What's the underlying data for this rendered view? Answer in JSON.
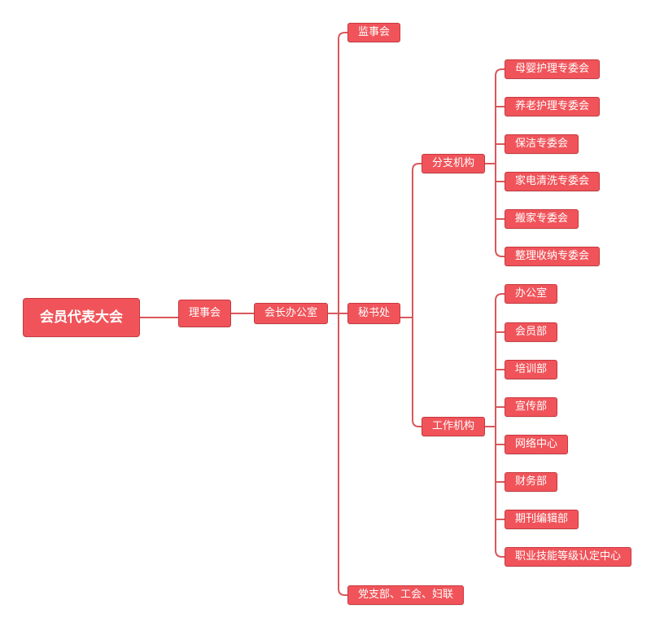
{
  "colors": {
    "node_fill": "#f0545a",
    "node_border": "#c8383e",
    "line": "#d9585c",
    "text": "#ffffff"
  },
  "nodes": {
    "root": "会员代表大会",
    "council": "理事会",
    "president_office": "会长办公室",
    "supervisors": "监事会",
    "secretariat": "秘书处",
    "party": "党支部、工会、妇联",
    "branch": "分支机构",
    "work": "工作机构",
    "branch_items": [
      "母婴护理专委会",
      "养老护理专委会",
      "保洁专委会",
      "家电清洗专委会",
      "搬家专委会",
      "整理收纳专委会"
    ],
    "work_items": [
      "办公室",
      "会员部",
      "培训部",
      "宣传部",
      "网络中心",
      "财务部",
      "期刊编辑部",
      "职业技能等级认定中心"
    ]
  }
}
